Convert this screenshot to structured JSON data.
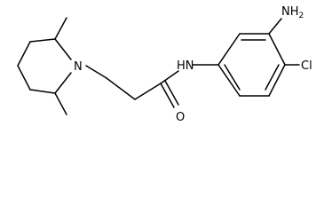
{
  "molecule": {
    "atoms": [
      {
        "id": "n_pip",
        "label": "N"
      },
      {
        "id": "nh_amide",
        "label": "HN"
      },
      {
        "id": "o_carbonyl",
        "label": "O"
      },
      {
        "id": "nh2_amino",
        "label": "NH",
        "subscript": "2"
      },
      {
        "id": "cl",
        "label": "Cl"
      }
    ]
  }
}
